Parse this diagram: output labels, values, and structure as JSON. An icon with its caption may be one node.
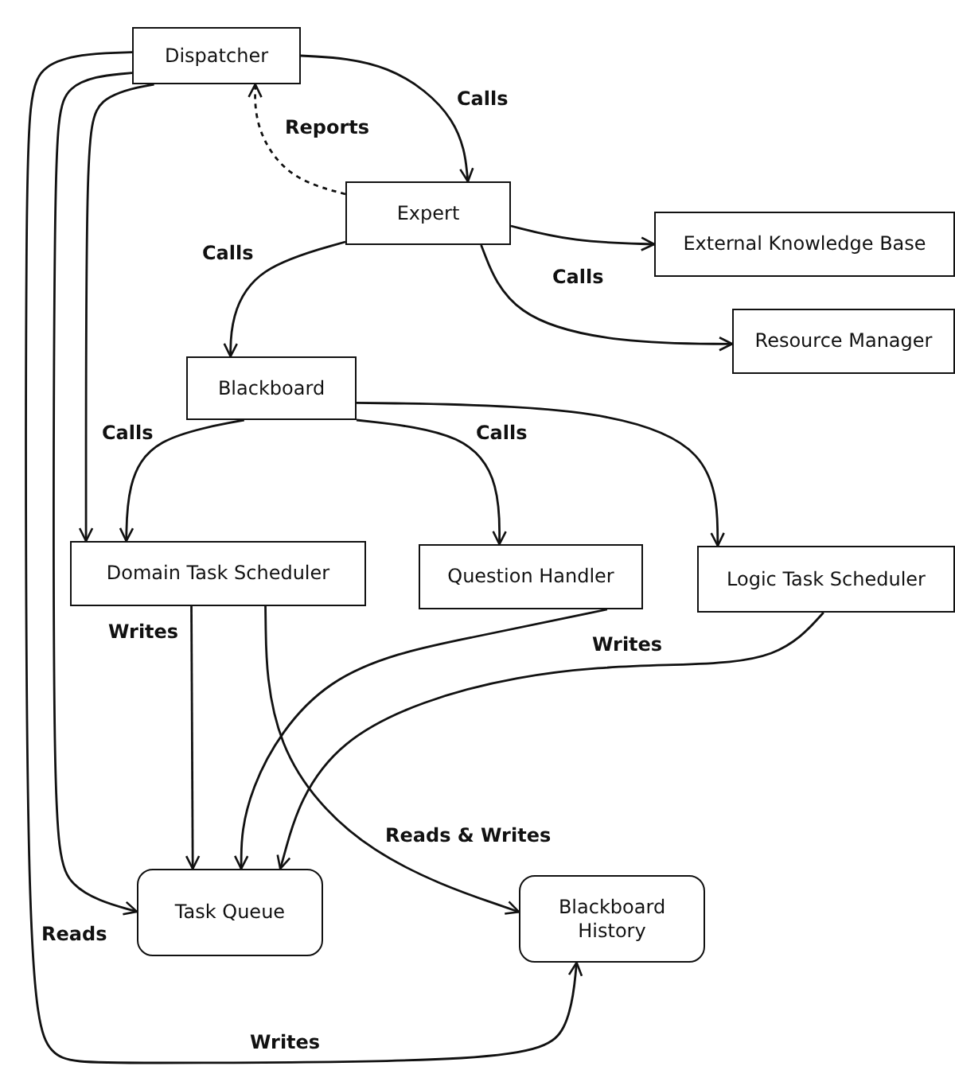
{
  "diagram": {
    "nodes": [
      {
        "text": [
          "Dispatcher"
        ]
      },
      {
        "text": [
          "Expert"
        ]
      },
      {
        "text": [
          "External Knowledge Base"
        ]
      },
      {
        "text": [
          "Resource Manager"
        ]
      },
      {
        "text": [
          "Blackboard"
        ]
      },
      {
        "text": [
          "Domain Task Scheduler"
        ]
      },
      {
        "text": [
          "Question Handler"
        ]
      },
      {
        "text": [
          "Logic Task Scheduler"
        ]
      },
      {
        "text": [
          "Task Queue"
        ]
      },
      {
        "text": [
          "Blackboard History"
        ]
      }
    ],
    "edges": [
      {
        "from": 0,
        "to": 1,
        "arrow": "to",
        "label": "Calls"
      },
      {
        "from": 1,
        "to": 0,
        "arrow": "to",
        "label": "Reports",
        "style": "dashed"
      },
      {
        "from": 1,
        "to": 2,
        "arrow": "to"
      },
      {
        "from": 1,
        "to": 3,
        "arrow": "to",
        "label": "Calls"
      },
      {
        "from": 1,
        "to": 4,
        "arrow": "to",
        "label": "Calls"
      },
      {
        "from": 4,
        "to": 5,
        "arrow": "to",
        "label": "Calls"
      },
      {
        "from": 4,
        "to": 6,
        "arrow": "to",
        "label": "Calls"
      },
      {
        "from": 4,
        "to": 7,
        "arrow": "to"
      },
      {
        "from": 0,
        "to": 5,
        "arrow": "to"
      },
      {
        "from": 0,
        "to": 8,
        "arrow": "to",
        "label": "Reads"
      },
      {
        "from": 0,
        "to": 9,
        "arrow": "to",
        "label": "Writes"
      },
      {
        "from": 5,
        "to": 8,
        "arrow": "to",
        "label": "Writes"
      },
      {
        "from": 5,
        "to": 9,
        "arrow": "to",
        "label": "Reads & Writes"
      },
      {
        "from": 6,
        "to": 8,
        "arrow": "to",
        "label": "Writes"
      },
      {
        "from": 7,
        "to": 8,
        "arrow": "to"
      }
    ]
  }
}
